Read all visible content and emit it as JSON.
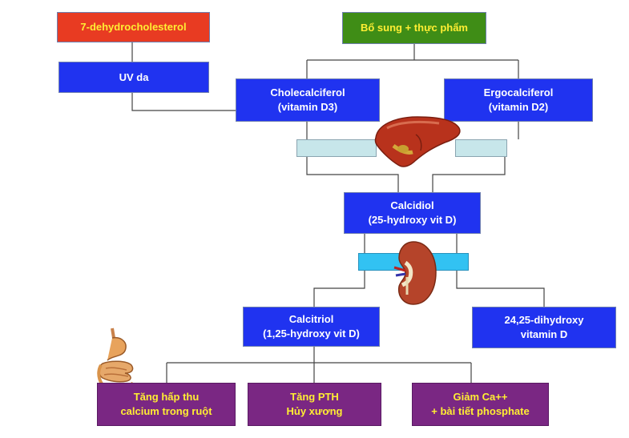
{
  "nodes": {
    "dehydro": "7-dehydrocholesterol",
    "supplement": "Bổ sung + thực phẩm",
    "uv": "UV da",
    "chole": [
      "Cholecalciferol",
      "(vitamin D3)"
    ],
    "ergo": [
      "Ergocalciferol",
      "(vitamin D2)"
    ],
    "calcidiol": [
      "Calcidiol",
      "(25-hydroxy vit D)"
    ],
    "calcitriol": [
      "Calcitriol",
      "(1,25-hydroxy vit D)"
    ],
    "dihydroxy": [
      "24,25-dihydroxy",
      "vitamin D"
    ],
    "effect1": [
      "Tăng hấp thu",
      "calcium trong ruột"
    ],
    "effect2": [
      "Tăng PTH",
      "Hủy xương"
    ],
    "effect3": [
      "Giảm Ca++",
      "+ bài tiết phosphate"
    ]
  },
  "colors": {
    "blue_box": "#2033f0",
    "red_box": "#e83b22",
    "green_box": "#3f8d16",
    "purple_box": "#7a2783",
    "label_yellow": "#ffee33",
    "liver": "#b8321c",
    "kidney": "#b5442a",
    "connector": "#444444"
  },
  "icons": [
    "liver-icon",
    "kidney-icon",
    "digestive-tract-icon"
  ]
}
